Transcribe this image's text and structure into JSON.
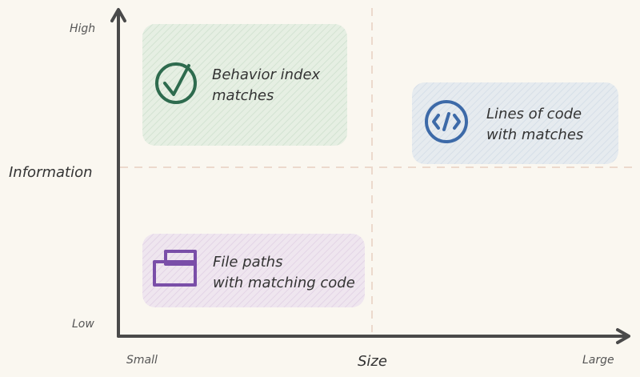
{
  "axes": {
    "y_title": "Information",
    "y_high": "High",
    "y_low": "Low",
    "x_title": "Size",
    "x_small": "Small",
    "x_large": "Large"
  },
  "quadrants": [
    {
      "line1": "Behavior index",
      "line2": "matches",
      "icon": "check-circle-icon",
      "color": "#2e6b4e",
      "fill": "#e3eee2"
    },
    {
      "line1": "Lines of code",
      "line2": "with matches",
      "icon": "code-icon",
      "color": "#3d6aa8",
      "fill": "#e2e8ee"
    },
    {
      "line1": "File paths",
      "line2": "with matching code",
      "icon": "folder-icon",
      "color": "#7a4ea8",
      "fill": "#ede3ee"
    }
  ]
}
